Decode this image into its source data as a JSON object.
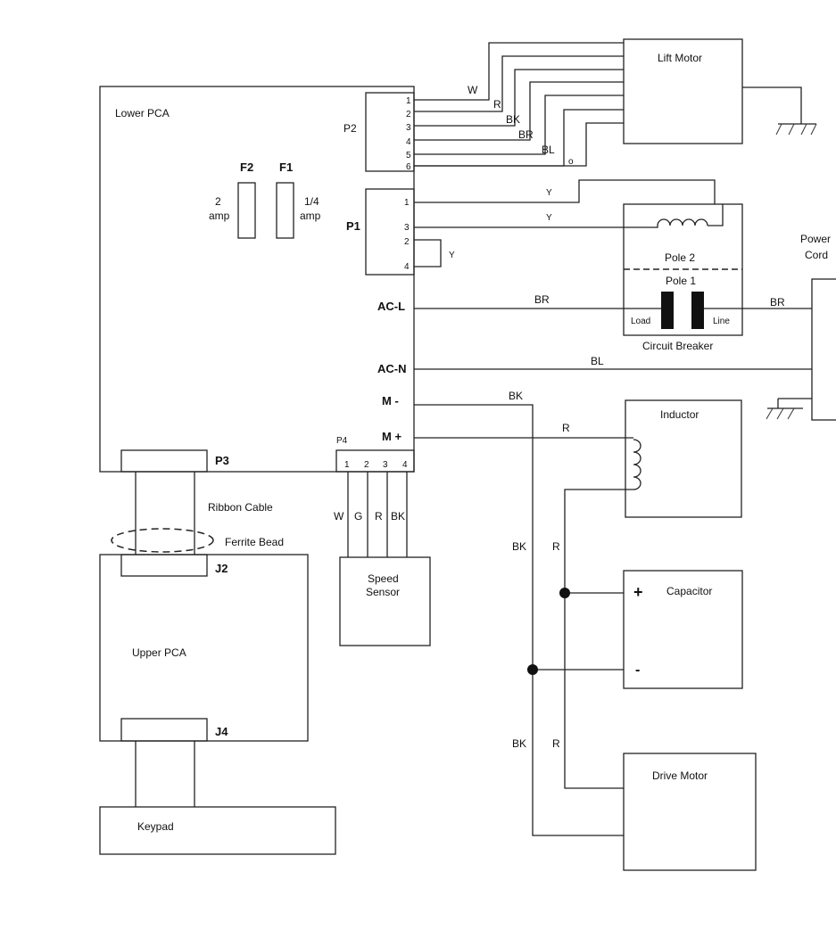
{
  "blocks": {
    "lower_pca": "Lower PCA",
    "upper_pca": "Upper PCA",
    "keypad": "Keypad",
    "lift_motor": "Lift Motor",
    "drive_motor": "Drive Motor",
    "inductor": "Inductor",
    "capacitor": "Capacitor",
    "speed_sensor_1": "Speed",
    "speed_sensor_2": "Sensor",
    "circuit_breaker": "Circuit Breaker",
    "power_cord_1": "Power",
    "power_cord_2": "Cord"
  },
  "fuses": {
    "f2": "F2",
    "f2_rating_1": "2",
    "f2_rating_2": "amp",
    "f1": "F1",
    "f1_rating_1": "1/4",
    "f1_rating_2": "amp"
  },
  "connectors": {
    "p1": "P1",
    "p2": "P2",
    "p3": "P3",
    "p4": "P4",
    "j2": "J2",
    "j4": "J4",
    "ac_l": "AC-L",
    "ac_n": "AC-N",
    "m_minus": "M -",
    "m_plus": "M +"
  },
  "p2_pins": [
    "1",
    "2",
    "3",
    "4",
    "5",
    "6"
  ],
  "p1_pins": [
    "1",
    "3",
    "2",
    "4"
  ],
  "p4_pins": [
    "1",
    "2",
    "3",
    "4"
  ],
  "p4_wires": [
    "W",
    "G",
    "R",
    "BK"
  ],
  "lift_wires": [
    "W",
    "R",
    "BK",
    "BR",
    "BL",
    "o"
  ],
  "breaker": {
    "pole2": "Pole 2",
    "pole1": "Pole 1",
    "load": "Load",
    "line": "Line"
  },
  "cable": {
    "ribbon": "Ribbon Cable",
    "ferrite": "Ferrite Bead"
  },
  "wire_labels": {
    "y1": "Y",
    "y2": "Y",
    "y3": "Y",
    "br_acl": "BR",
    "br_cord": "BR",
    "bl_acn": "BL",
    "bk_mminus": "BK",
    "r_mplus": "R",
    "bk_mid": "BK",
    "r_mid": "R",
    "bk_low": "BK",
    "r_low": "R"
  },
  "capacitor_terms": {
    "plus": "+",
    "minus": "-"
  }
}
